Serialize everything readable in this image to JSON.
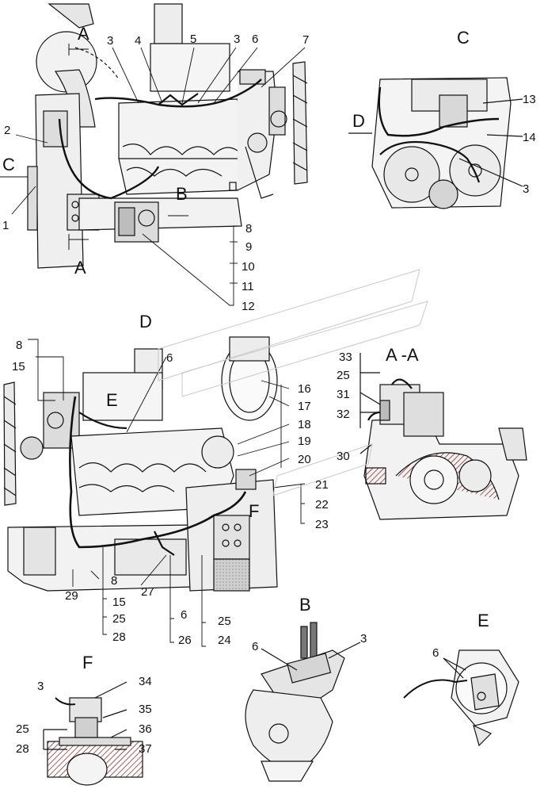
{
  "views": {
    "main": "",
    "c": "C",
    "d": "D",
    "b": "B",
    "e": "E",
    "f": "F",
    "aa": "A -A"
  },
  "section_marks": {
    "a": "A",
    "b": "B",
    "c": "C",
    "d": "D",
    "e": "E",
    "f": "F"
  },
  "callouts": {
    "n1": "1",
    "n2": "2",
    "n3": "3",
    "n4": "4",
    "n5": "5",
    "n6": "6",
    "n7": "7",
    "n8": "8",
    "n9": "9",
    "n10": "10",
    "n11": "11",
    "n12": "12",
    "n13": "13",
    "n14": "14",
    "n15": "15",
    "n16": "16",
    "n17": "17",
    "n18": "18",
    "n19": "19",
    "n20": "20",
    "n21": "21",
    "n22": "22",
    "n23": "23",
    "n24": "24",
    "n25": "25",
    "n26": "26",
    "n27": "27",
    "n28": "28",
    "n29": "29",
    "n30": "30",
    "n31": "31",
    "n32": "32",
    "n33": "33",
    "n34": "34",
    "n35": "35",
    "n36": "36",
    "n37": "37"
  },
  "colors": {
    "line": "#111111",
    "shade": "#d9d9d9",
    "light": "#eeeeee",
    "hatch": "#8a1a1a"
  }
}
